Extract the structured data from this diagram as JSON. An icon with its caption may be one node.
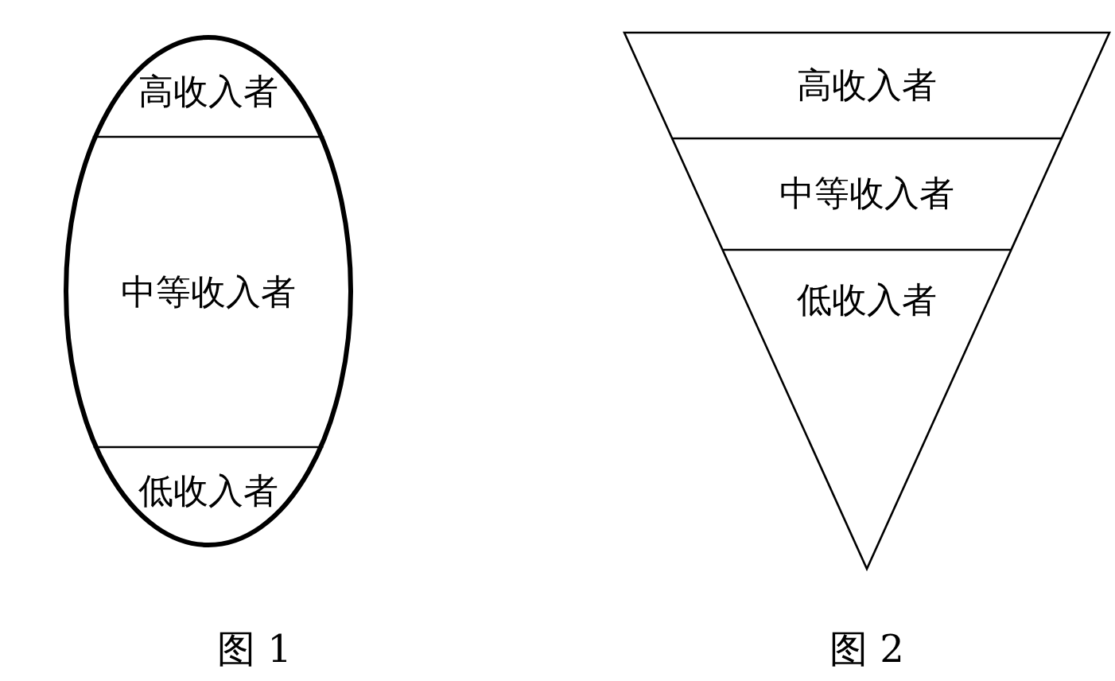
{
  "diagram": {
    "nodes": [
      {
        "text": [],
        "shape": "ellipse",
        "beside": [
          "图 1"
        ]
      },
      {
        "text": [
          "高收入者"
        ],
        "in": 0
      },
      {
        "text": [
          "中等收入者"
        ],
        "in": 0
      },
      {
        "text": [
          "低收入者"
        ],
        "in": 0
      },
      {
        "text": [],
        "shape": "triangle",
        "beside": [
          "图 2"
        ]
      },
      {
        "text": [
          "高收入者"
        ],
        "in": 4
      },
      {
        "text": [
          "中等收入者"
        ],
        "in": 4
      },
      {
        "text": [
          "低收入者"
        ],
        "in": 4
      }
    ],
    "edges": []
  }
}
